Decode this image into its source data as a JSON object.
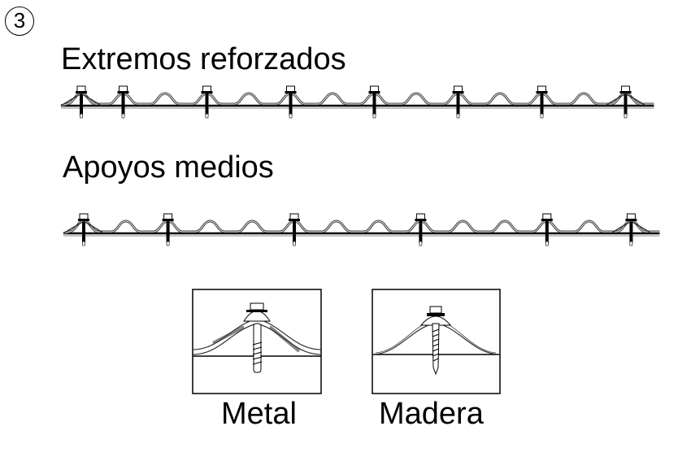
{
  "step_number": "3",
  "sections": [
    {
      "title": "Extremos reforzados"
    },
    {
      "title": "Apoyos medios"
    }
  ],
  "details": [
    {
      "label": "Metal"
    },
    {
      "label": "Madera"
    }
  ]
}
